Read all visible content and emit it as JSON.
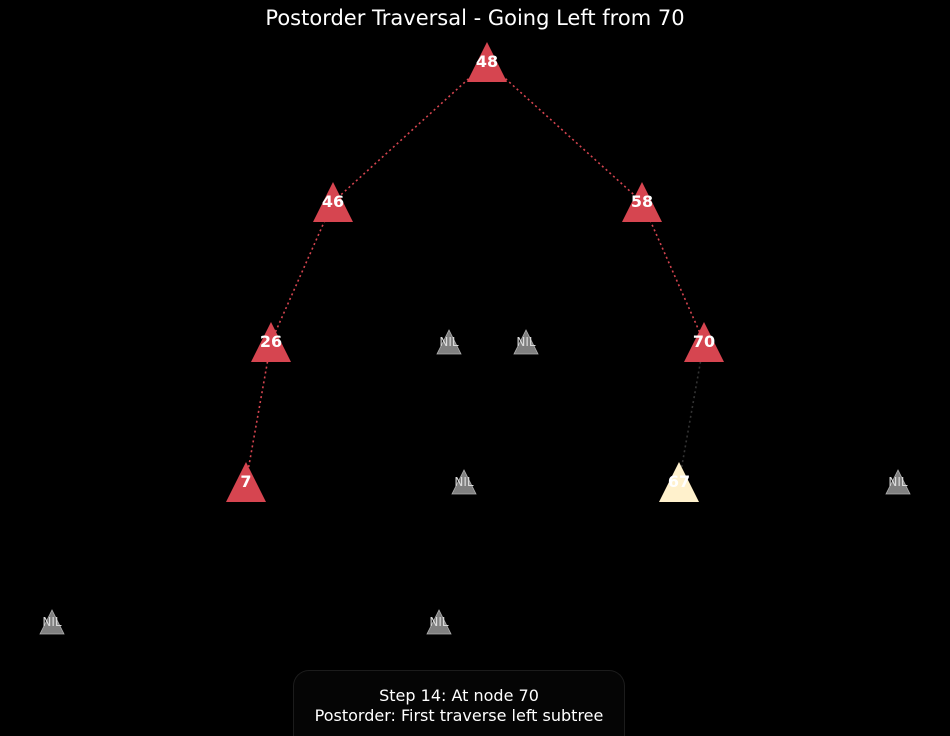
{
  "title": "Postorder Traversal - Going Left from 70",
  "nil_label": "NIL",
  "colors": {
    "background": "#000000",
    "visited": "#d64550",
    "current": "#fff1cc",
    "nil": "#808080",
    "edge_visited": "#d64550",
    "edge_pending": "#333333"
  },
  "nodes": [
    {
      "id": "n48",
      "label": "48",
      "state": "visited"
    },
    {
      "id": "n46",
      "label": "46",
      "state": "visited"
    },
    {
      "id": "n58",
      "label": "58",
      "state": "visited"
    },
    {
      "id": "n26",
      "label": "26",
      "state": "visited"
    },
    {
      "id": "n70",
      "label": "70",
      "state": "visited"
    },
    {
      "id": "n7",
      "label": "7",
      "state": "visited"
    },
    {
      "id": "n67",
      "label": "67",
      "state": "current"
    }
  ],
  "edges": [
    {
      "from": "n48",
      "to": "n46",
      "state": "visited"
    },
    {
      "from": "n48",
      "to": "n58",
      "state": "visited"
    },
    {
      "from": "n46",
      "to": "n26",
      "state": "visited"
    },
    {
      "from": "n58",
      "to": "n70",
      "state": "visited"
    },
    {
      "from": "n26",
      "to": "n7",
      "state": "visited"
    },
    {
      "from": "n70",
      "to": "n67",
      "state": "pending"
    }
  ],
  "status": {
    "line1": "Step 14: At node 70",
    "line2": "Postorder: First traverse left subtree"
  }
}
